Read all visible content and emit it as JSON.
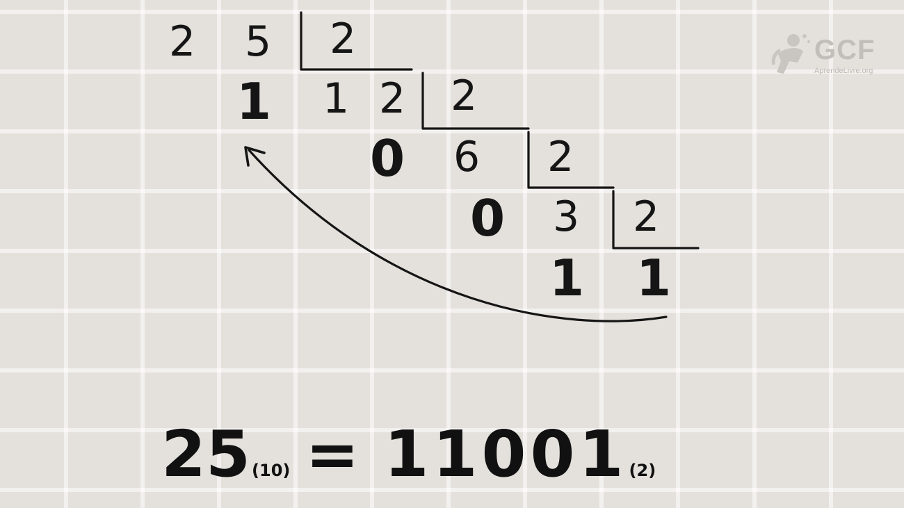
{
  "division": {
    "row1": {
      "dividend_tens": "2",
      "dividend_ones": "5",
      "divisor": "2"
    },
    "row2": {
      "remainder": "1",
      "quotient_tens": "1",
      "quotient_ones": "2",
      "divisor": "2"
    },
    "row3": {
      "remainder": "0",
      "quotient": "6",
      "divisor": "2"
    },
    "row4": {
      "remainder": "0",
      "quotient": "3",
      "divisor": "2"
    },
    "row5": {
      "remainder": "1",
      "last_quotient": "1"
    }
  },
  "result": {
    "decimal_value": "25",
    "decimal_base": "(10)",
    "equals": "=",
    "binary_value": "11001",
    "binary_base": "(2)"
  },
  "logo": {
    "name": "GCF",
    "tagline": "AprendeLivre.org"
  },
  "colors": {
    "ink": "#151515",
    "paper": "#e4e1dc",
    "grid": "#f3f1ee",
    "logo": "#c2beb9"
  }
}
